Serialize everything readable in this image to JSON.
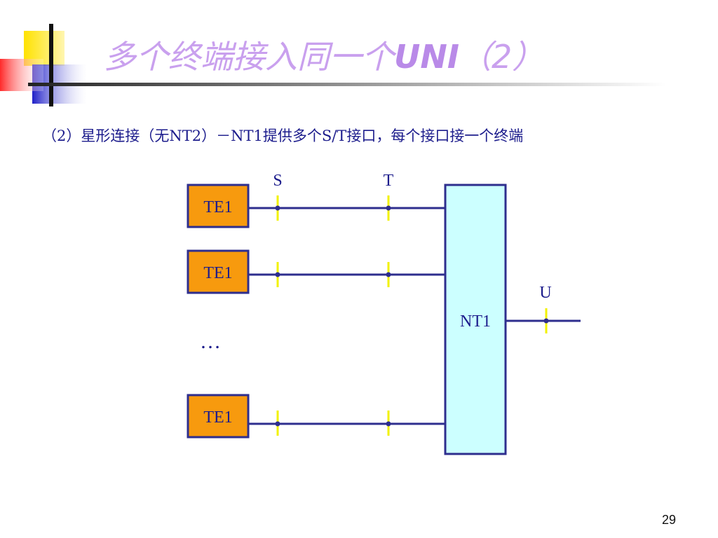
{
  "slide": {
    "title_cn": "多个终端接入同一个",
    "title_uni": "UNI",
    "title_suffix": "（2）",
    "subtitle": "（2）星形连接（无NT2）－NT1提供多个S/T接口，每个接口接一个终端",
    "page_number": "29"
  },
  "diagram": {
    "ref_points": {
      "s": "S",
      "t": "T",
      "u": "U"
    },
    "terminals": [
      "TE1",
      "TE1",
      "TE1"
    ],
    "ellipsis": "…",
    "network_terminal": "NT1"
  },
  "colors": {
    "terminal_fill": "#f79a0e",
    "nt1_fill": "#ccffff",
    "line": "#2e2e8e",
    "marker": "#f2f200",
    "title": "#c9a0ee",
    "text": "#1c1c8c"
  }
}
